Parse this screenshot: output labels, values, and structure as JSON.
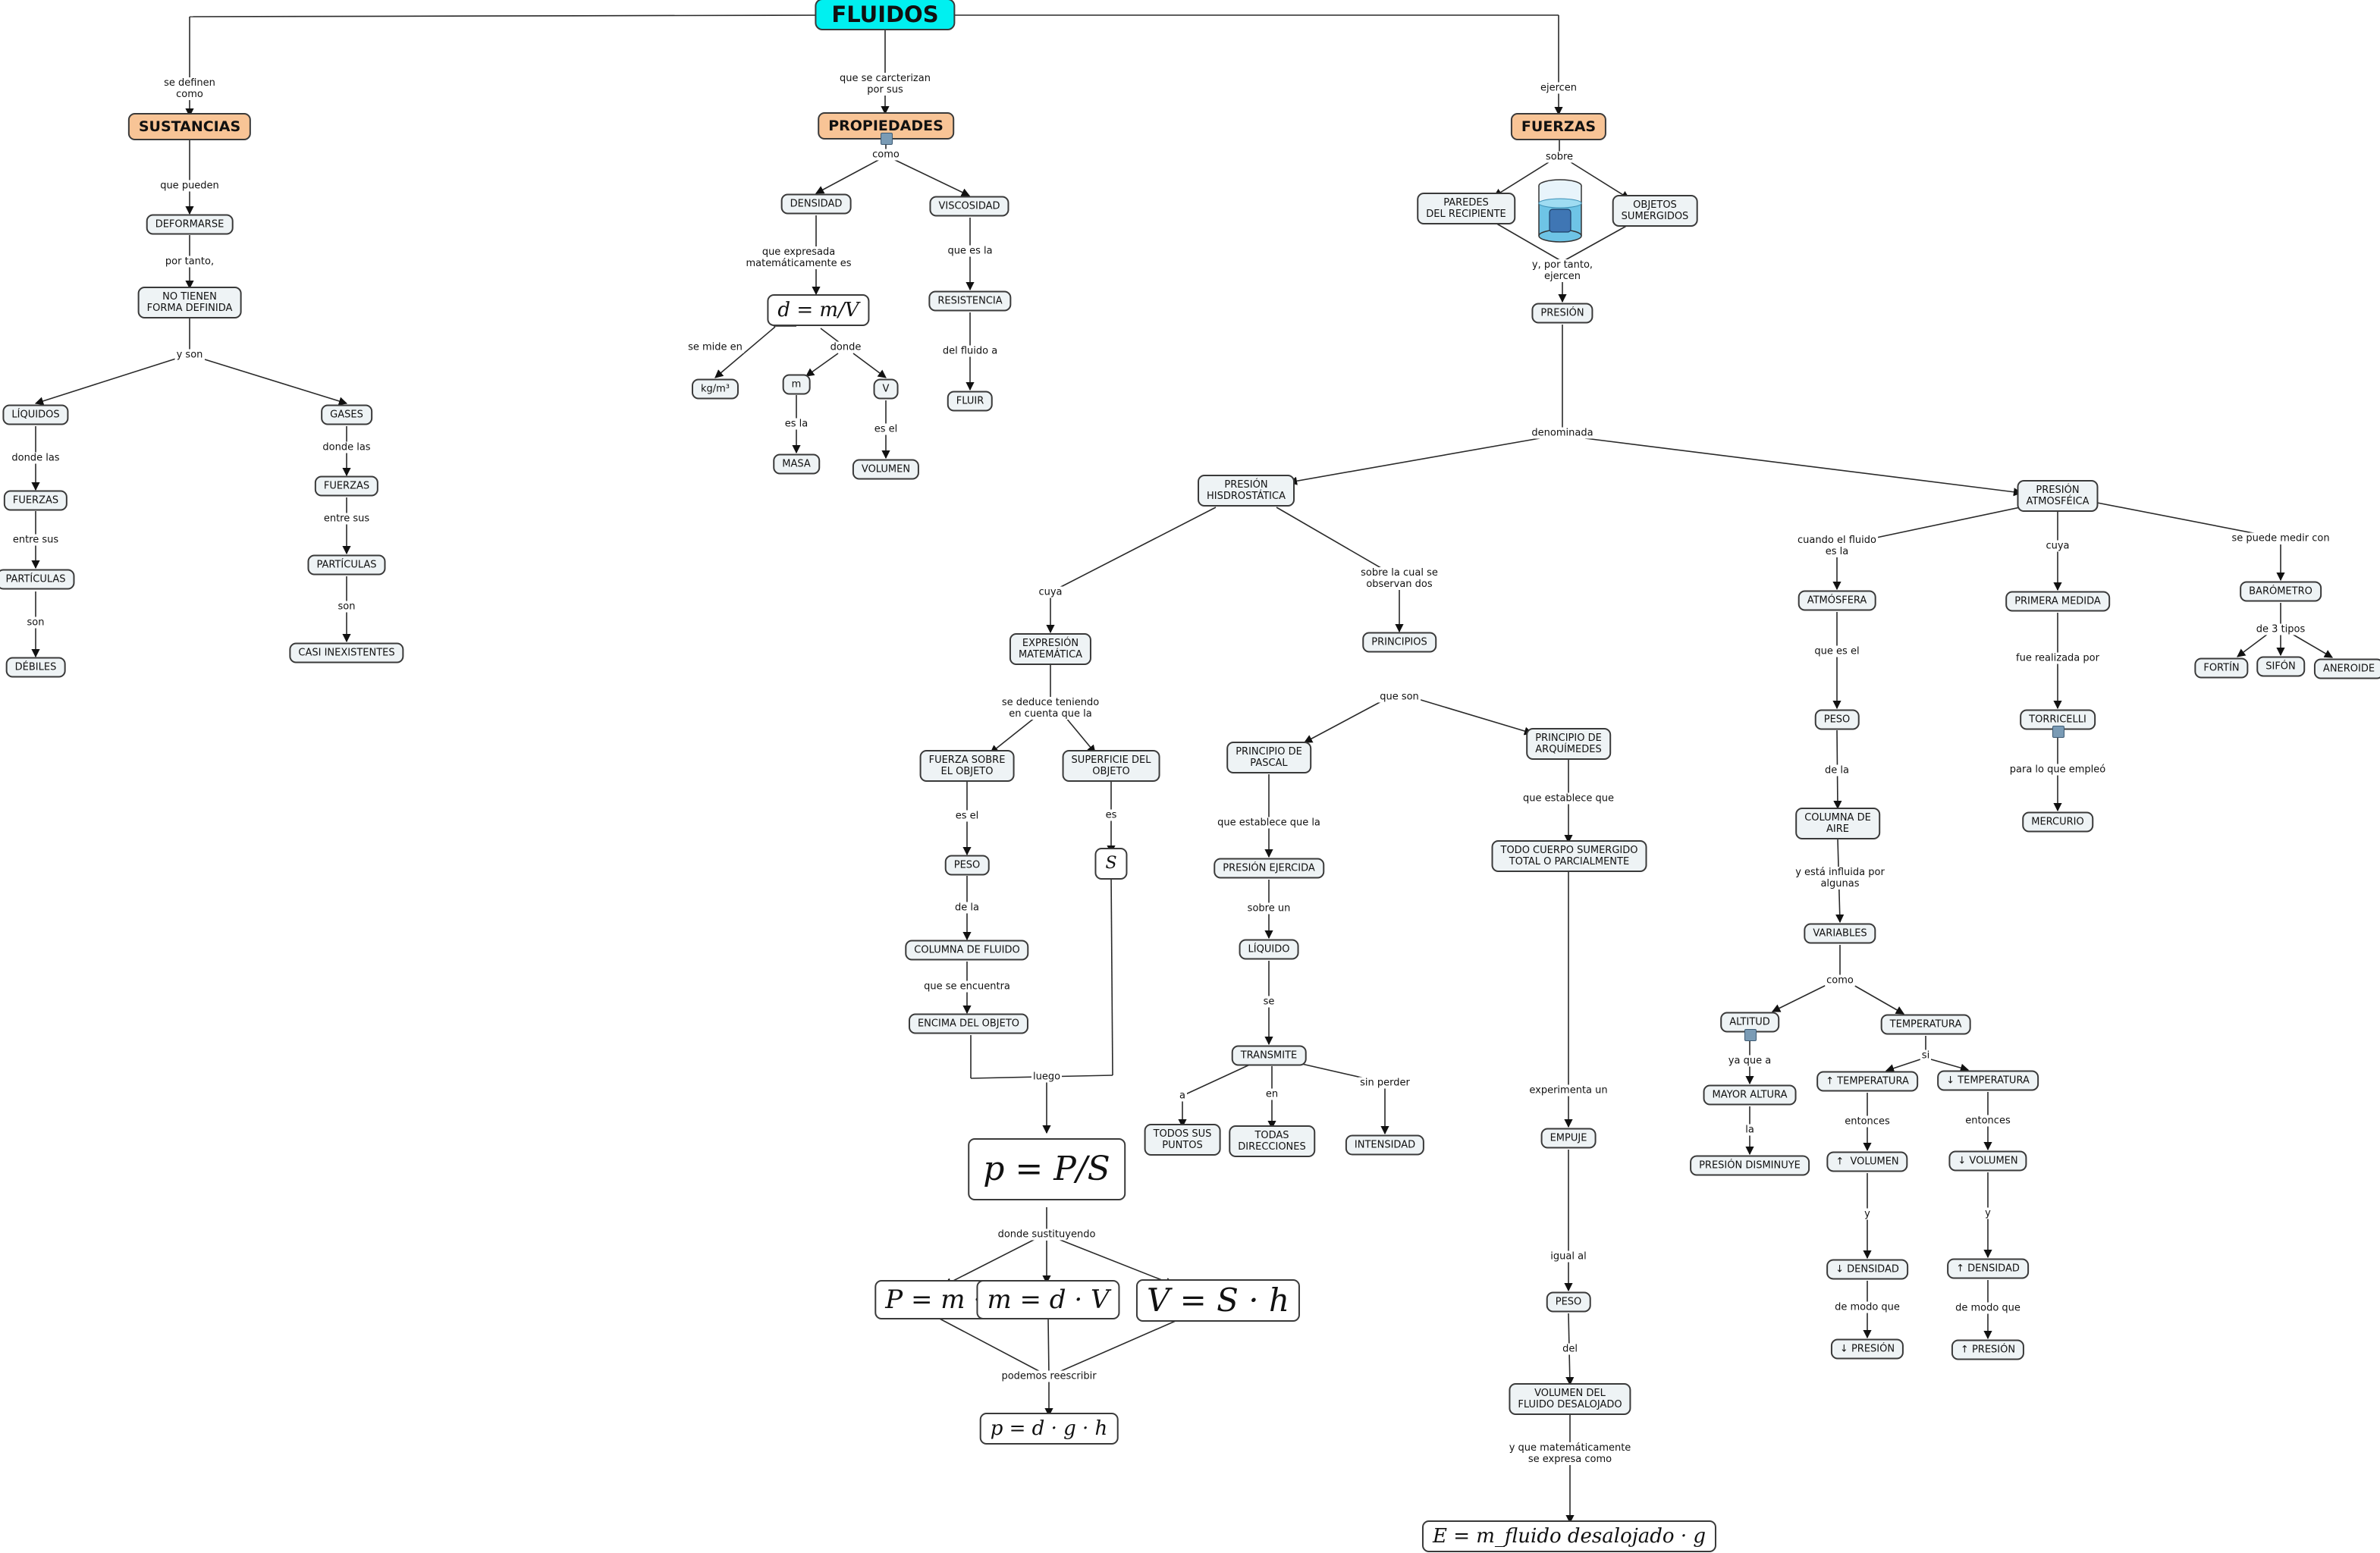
{
  "colors": {
    "root": "#00f0f0",
    "level1": "#f8c496",
    "node": "#eef3f5",
    "border": "#3a3a3a",
    "line": "#2a2a2a"
  },
  "nodes": {
    "fluidos": "FLUIDOS",
    "sustancias": "SUSTANCIAS",
    "propiedades": "PROPIEDADES",
    "fuerzas_top": "FUERZAS",
    "deformarse": "DEFORMARSE",
    "no_forma": "NO TIENEN\nFORMA DEFINIDA",
    "liquidos": "LÍQUIDOS",
    "gases": "GASES",
    "fuerzas_liq": "FUERZAS",
    "particulas_liq": "PARTÍCULAS",
    "debiles": "DÉBILES",
    "fuerzas_gas": "FUERZAS",
    "particulas_gas": "PARTÍCULAS",
    "casi_inexistentes": "CASI INEXISTENTES",
    "densidad": "DENSIDAD",
    "viscosidad": "VISCOSIDAD",
    "formula_densidad": "d = m/V",
    "kgm3": "kg/m³",
    "m": "m",
    "v": "V",
    "masa": "MASA",
    "volumen": "VOLUMEN",
    "resistencia": "RESISTENCIA",
    "fluir": "FLUIR",
    "paredes": "PAREDES\nDEL RECIPIENTE",
    "objetos_sumergidos": "OBJETOS\nSUMERGIDOS",
    "presion": "PRESIÓN",
    "presion_hidrostatica": "PRESIÓN\nHISDROSTÁTICA",
    "presion_atmosferica": "PRESIÓN\nATMOSFÉICA",
    "expresion_matematica": "EXPRESIÓN\nMATEMÁTICA",
    "principios": "PRINCIPIOS",
    "fuerza_sobre_objeto": "FUERZA SOBRE\nEL OBJETO",
    "superficie_objeto": "SUPERFICIE DEL\nOBJETO",
    "peso_h": "PESO",
    "s": "S",
    "columna_fluido": "COLUMNA DE FLUIDO",
    "encima_objeto": "ENCIMA DEL OBJETO",
    "p_formula": "p = P/S",
    "f_P": "P = m · g",
    "f_m": "m = d · V",
    "f_V": "V = S · h",
    "f_p": "p = d · g · h",
    "principio_pascal": "PRINCIPIO DE\nPASCAL",
    "principio_arquimedes": "PRINCIPIO DE\nARQUÍMEDES",
    "presion_ejercida": "PRESIÓN EJERCIDA",
    "liquido": "LÍQUIDO",
    "transmite": "TRANSMITE",
    "todos_puntos": "TODOS SUS\nPUNTOS",
    "todas_direcciones": "TODAS\nDIRECCIONES",
    "intensidad": "INTENSIDAD",
    "todo_cuerpo": "TODO CUERPO SUMERGIDO\nTOTAL O PARCIALMENTE",
    "empuje": "EMPUJE",
    "peso_a": "PESO",
    "volumen_desalojado": "VOLUMEN DEL\nFLUIDO DESALOJADO",
    "f_E": "E = m_fluido desalojado · g",
    "atmosfera": "ATMÓSFERA",
    "peso_atm": "PESO",
    "columna_aire": "COLUMNA DE\nAIRE",
    "variables": "VARIABLES",
    "altitud": "ALTITUD",
    "temperatura": "TEMPERATURA",
    "mayor_altura": "MAYOR ALTURA",
    "presion_disminuye": "PRESIÓN DISMINUYE",
    "up_temp": "↑ TEMPERATURA",
    "down_temp": "↓ TEMPERATURA",
    "up_vol": "↑  VOLUMEN",
    "down_vol": "↓ VOLUMEN",
    "down_dens": "↓ DENSIDAD",
    "up_dens": "↑ DENSIDAD",
    "down_pres": "↓ PRESIÓN",
    "up_pres": "↑ PRESIÓN",
    "primera_medida": "PRIMERA MEDIDA",
    "torricelli": "TORRICELLI",
    "mercurio": "MERCURIO",
    "barometro": "BARÓMETRO",
    "fortin": "FORTÍN",
    "sifon": "SIFÓN",
    "aneroide": "ANEROIDE"
  },
  "labels": {
    "se_definen": "se definen\ncomo",
    "que_caracterizan": "que se carcterizan\npor sus",
    "ejercen": "ejercen",
    "que_pueden": "que pueden",
    "por_tanto": "por tanto,",
    "y_son": "y son",
    "donde_las_1": "donde las",
    "entre_sus_1": "entre sus",
    "son_1": "son",
    "donde_las_2": "donde las",
    "entre_sus_2": "entre sus",
    "son_2": "son",
    "como": "como",
    "que_expresada": "que expresada\nmatemáticamente es",
    "se_mide_en": "se mide en",
    "donde": "donde",
    "es_la": "es la",
    "es_el": "es el",
    "que_es_la": "que es la",
    "del_fluido_a": "del fluido a",
    "sobre": "sobre",
    "y_por_tanto": "y, por tanto,\nejercen",
    "denominada": "denominada",
    "cuya_1": "cuya",
    "sobre_la_cual": "sobre la cual se\nobservan dos",
    "se_deduce": "se deduce teniendo\nen cuenta que la",
    "es_el_2": "es el",
    "es": "es",
    "de_la_1": "de la",
    "que_se_encuentra": "que se encuentra",
    "luego": "luego",
    "donde_sustituyendo": "donde sustituyendo",
    "podemos_reescribir": "podemos reescribir",
    "que_son": "que son",
    "que_establece_la": "que establece que la",
    "sobre_un": "sobre un",
    "se": "se",
    "a": "a",
    "en": "en",
    "sin_perder": "sin perder",
    "que_establece_que": "que establece que",
    "experimenta_un": "experimenta un",
    "igual_al": "igual al",
    "del": "del",
    "y_que_mat": "y que matemáticamente\nse expresa como",
    "cuando_el_fluido": "cuando el fluido\nes la",
    "que_es_el": "que es el",
    "de_la_2": "de la",
    "y_esta_influida": "y está influida por\nalgunas",
    "como_2": "como",
    "ya_que_a": "ya que a",
    "la": "la",
    "si": "si",
    "entonces_1": "entonces",
    "entonces_2": "entonces",
    "y_1": "y",
    "y_2": "y",
    "de_modo_que_1": "de modo que",
    "de_modo_que_2": "de modo que",
    "cuya_2": "cuya",
    "fue_realizada": "fue realizada por",
    "para_lo_que": "para lo que empleó",
    "se_puede_medir": "se puede medir con",
    "de_3_tipos": "de 3 tipos"
  }
}
